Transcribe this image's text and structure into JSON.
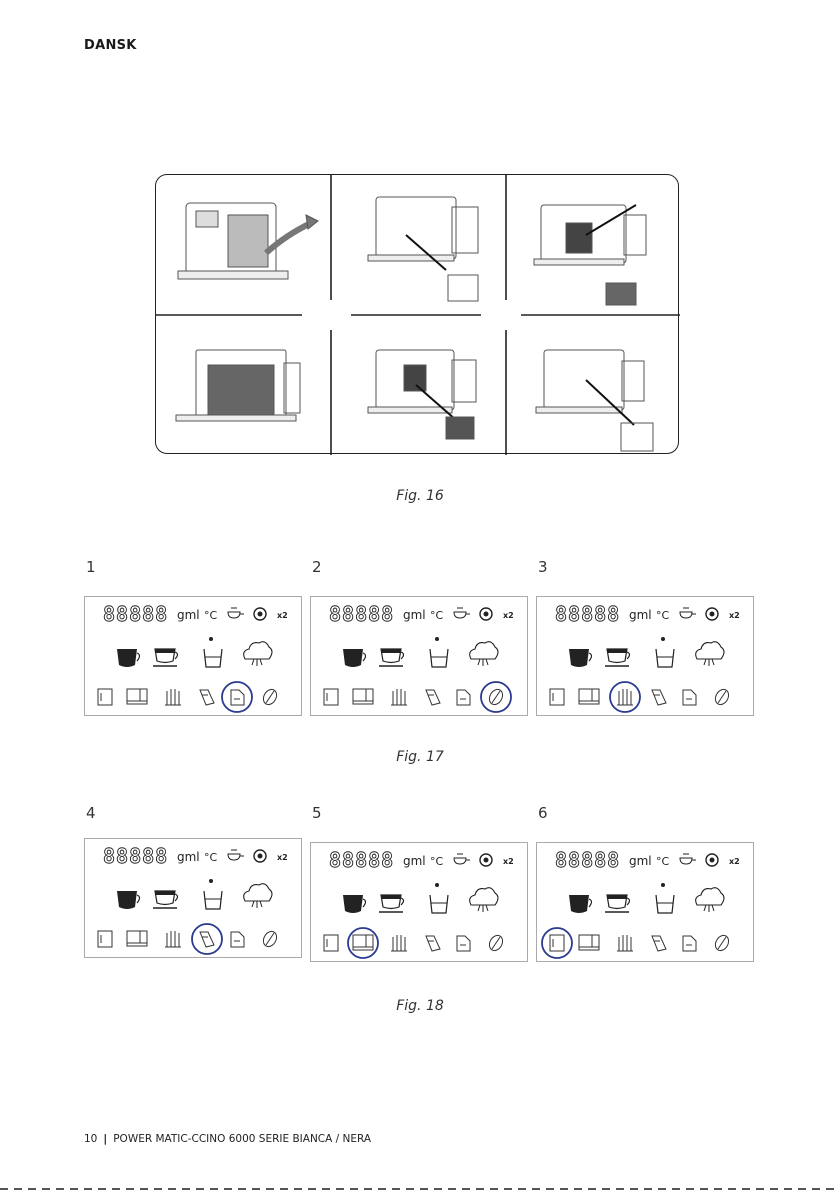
{
  "header": {
    "language": "DANSK"
  },
  "figures": {
    "fig16": {
      "caption": "Fig. 16"
    },
    "fig17": {
      "caption": "Fig. 17",
      "panels": [
        {
          "number": "1",
          "highlight": "brew-unit-icon"
        },
        {
          "number": "2",
          "highlight": "coffee-bean-icon"
        },
        {
          "number": "3",
          "highlight": "descale-icon"
        }
      ]
    },
    "fig18": {
      "caption": "Fig. 18",
      "panels": [
        {
          "number": "4",
          "highlight": "grounds-container-icon"
        },
        {
          "number": "5",
          "highlight": "drip-tray-icon"
        },
        {
          "number": "6",
          "highlight": "water-tank-icon"
        }
      ]
    }
  },
  "display": {
    "digits": "88888",
    "units": "gml",
    "temp": "°C",
    "double": "x2"
  },
  "highlight_color": "#2a3a8f",
  "footer": {
    "page": "10",
    "separator": "|",
    "product": "POWER MATIC-CCINO 6000 SERIE BIANCA / NERA"
  }
}
